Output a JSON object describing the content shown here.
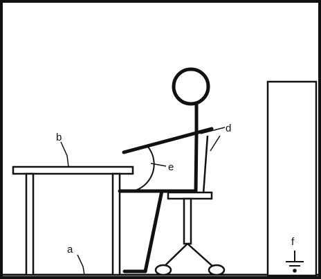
{
  "labels": {
    "a": "a",
    "b": "b",
    "d": "d",
    "e": "e",
    "f": "f"
  },
  "colors": {
    "ink": "#111111",
    "background": "#ffffff"
  }
}
